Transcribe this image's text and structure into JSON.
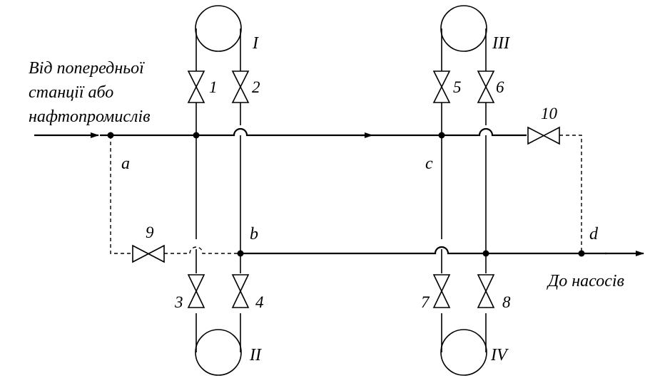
{
  "diagram": {
    "source_label_lines": [
      "Від попередньої",
      "станції або",
      "нафтопромислів"
    ],
    "destination_label": "До насосів",
    "nodes": {
      "a": "a",
      "b": "b",
      "c": "c",
      "d": "d"
    },
    "tanks": {
      "t1": "I",
      "t2": "II",
      "t3": "III",
      "t4": "IV"
    },
    "valves": {
      "v1": "1",
      "v2": "2",
      "v3": "3",
      "v4": "4",
      "v5": "5",
      "v6": "6",
      "v7": "7",
      "v8": "8",
      "v9": "9",
      "v10": "10"
    }
  }
}
